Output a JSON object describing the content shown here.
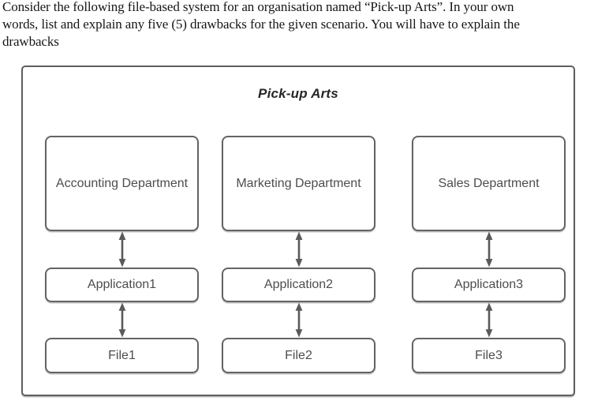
{
  "question": {
    "lines": [
      "Consider the following file-based system for an organisation named “Pick-up Arts”. In your own",
      "words, list and explain any five (5) drawbacks for the given scenario. You will have to explain the",
      "drawbacks"
    ]
  },
  "diagram": {
    "title": "Pick-up Arts",
    "columns": [
      {
        "department": "Accounting Department",
        "application": "Application1",
        "file": "File1"
      },
      {
        "department": "Marketing Department",
        "application": "Application2",
        "file": "File2"
      },
      {
        "department": "Sales Department",
        "application": "Application3",
        "file": "File3"
      }
    ],
    "icons": {
      "connector": "double-headed-vertical-arrow"
    },
    "colors": {
      "frame_border": "#5f5f5f",
      "box_border": "#646464",
      "box_text": "#4d4d4d",
      "title_text": "#262626",
      "arrow": "#5a5a5a",
      "question_text": "#161616",
      "background": "#ffffff"
    }
  }
}
